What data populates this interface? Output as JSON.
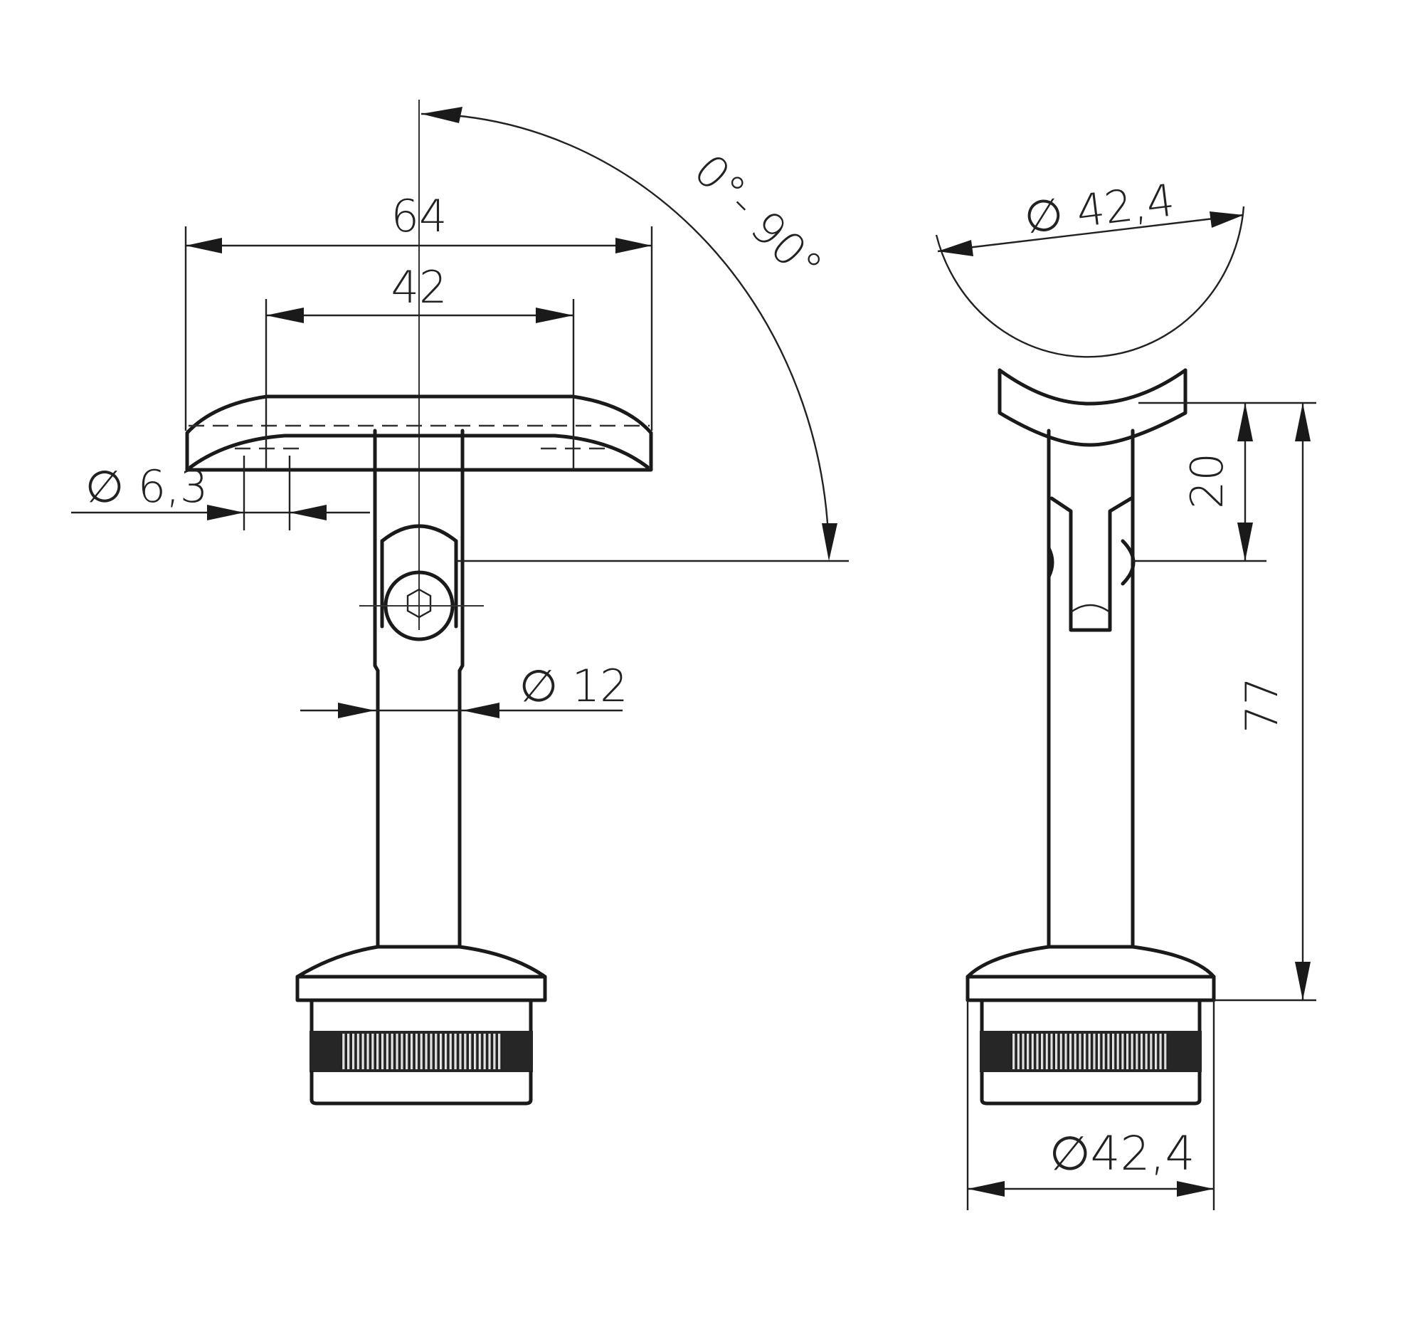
{
  "drawing": {
    "title": "Adjustable handrail support – technical drawing",
    "views": [
      "front-view",
      "side-view"
    ],
    "line_color": "#1a1a1a",
    "background": "#ffffff"
  },
  "dimensions": {
    "overall_width": "64",
    "hole_spacing": "42",
    "hole_diameter": "∅ 6,3",
    "post_diameter": "∅ 12",
    "tilt_angle": "0°- 90°",
    "saddle_diameter": "∅ 42,4",
    "pivot_height": "20",
    "overall_height": "77",
    "tube_diameter": "∅42,4"
  }
}
